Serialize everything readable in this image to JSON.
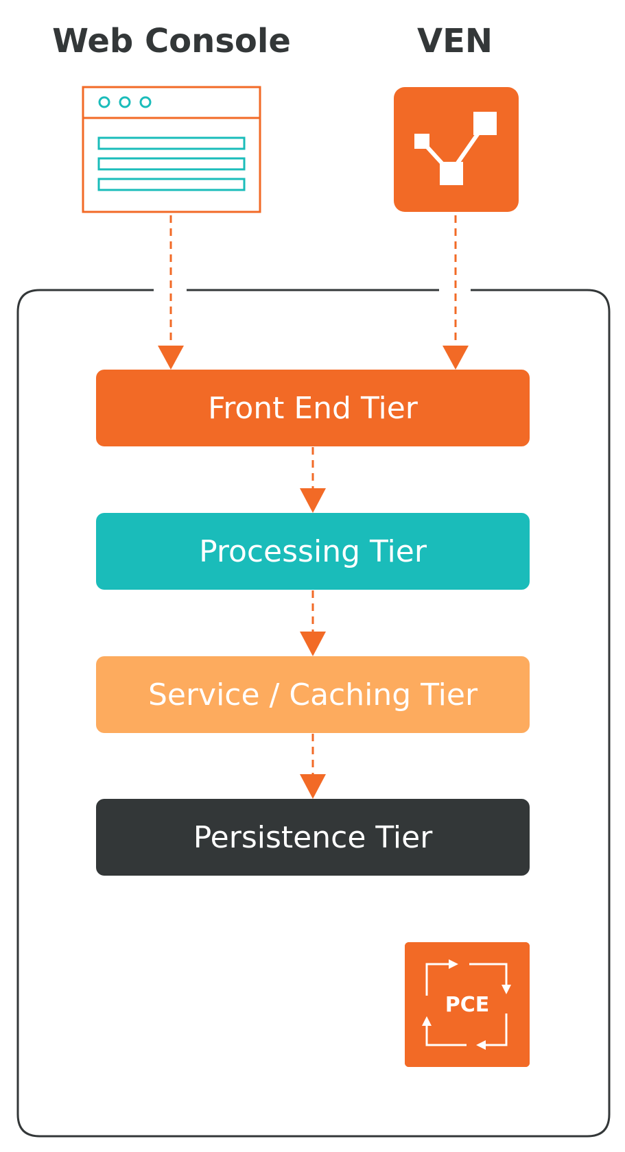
{
  "headings": {
    "web_console": "Web Console",
    "ven": "VEN"
  },
  "tiers": [
    {
      "label": "Front End Tier",
      "color": "#F26A26"
    },
    {
      "label": "Processing Tier",
      "color": "#1ABCBA"
    },
    {
      "label": "Service / Caching Tier",
      "color": "#FDAB5E"
    },
    {
      "label": "Persistence Tier",
      "color": "#333738"
    }
  ],
  "pce": {
    "label": "PCE",
    "color": "#F26A26"
  },
  "colors": {
    "accent_orange": "#F26A26",
    "teal": "#1ABCBA",
    "dark": "#333738",
    "container_border": "#333738"
  },
  "icons": {
    "web_console": "browser-window-icon",
    "ven": "ven-node-icon",
    "pce": "pce-cycle-icon"
  }
}
